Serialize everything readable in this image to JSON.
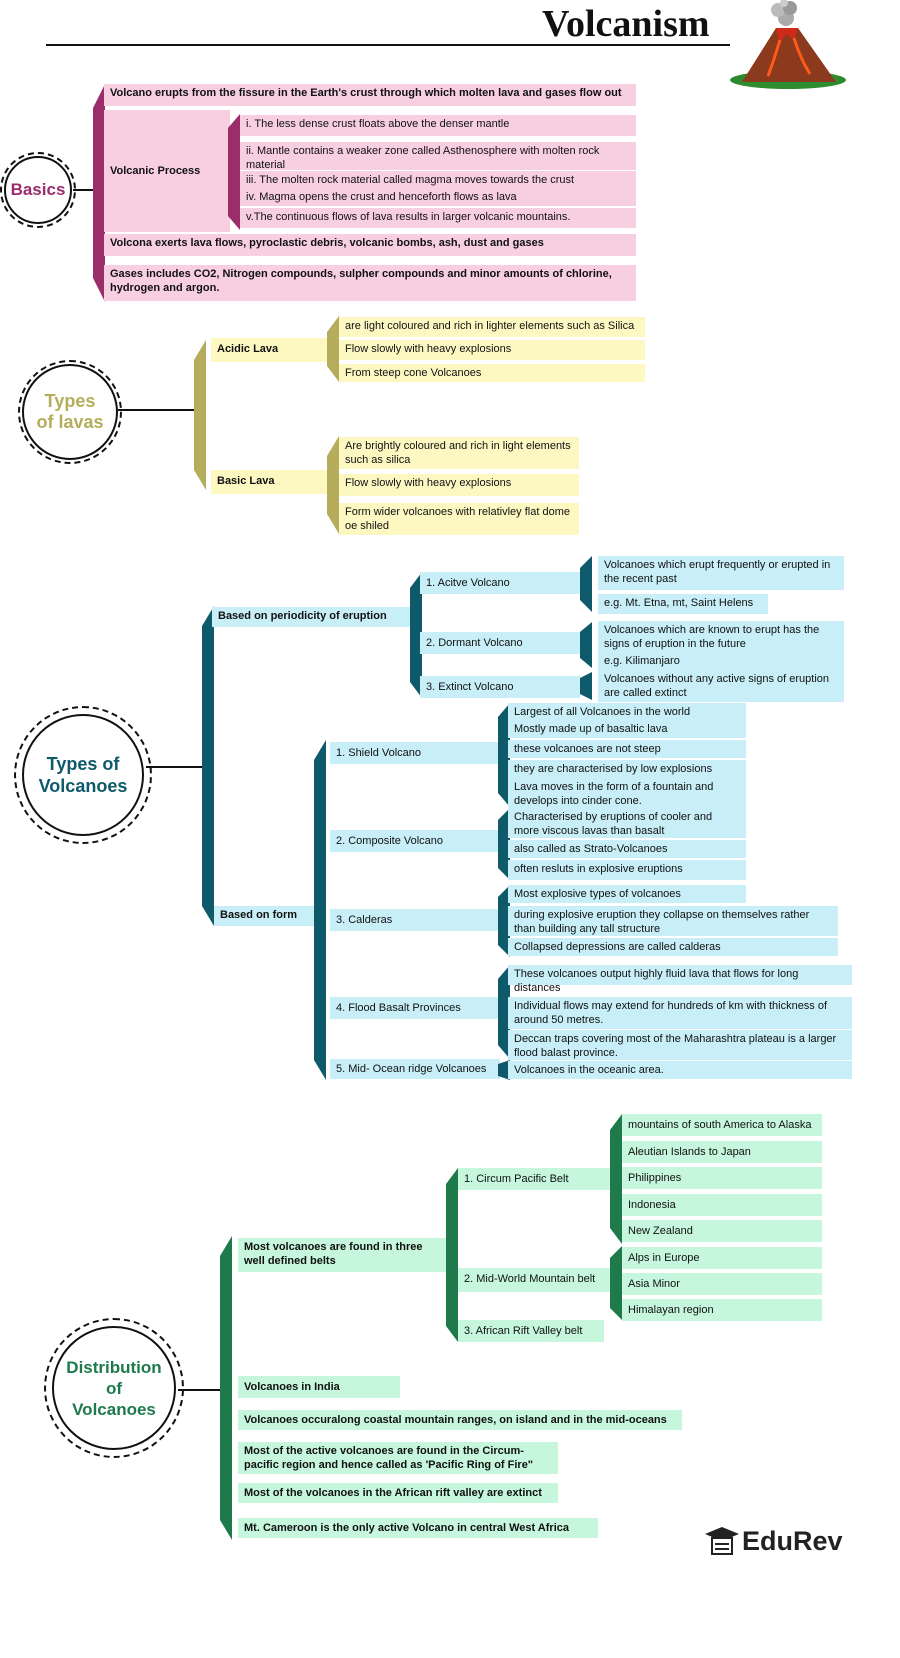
{
  "title": "Volcanism",
  "brand": "EduRev",
  "colors": {
    "basics": "#9b2d6b",
    "lavas": "#b5ad5c",
    "types": "#0e5a6b",
    "distribution": "#1e7a4a"
  },
  "basics": {
    "label": "Basics",
    "intro": "Volcano erupts from the fissure in the Earth's crust through which molten lava and gases flow out",
    "process_label": "Volcanic Process",
    "process_steps": [
      "i. The less dense crust floats above the denser mantle",
      "ii. Mantle contains a weaker zone called Asthenosphere with molten rock material",
      "iii. The molten rock material called magma moves towards the crust",
      "iv. Magma opens the crust and henceforth flows as lava",
      "v.The continuous flows of lava results in larger volcanic mountains."
    ],
    "exerts": "Volcona exerts lava flows, pyroclastic debris, volcanic bombs, ash, dust and gases",
    "gases": "Gases includes CO2, Nitrogen compounds, sulpher compounds and minor amounts of chlorine, hydrogen and argon."
  },
  "lavas": {
    "label": "Types of lavas",
    "acidic": {
      "label": "Acidic Lava",
      "items": [
        "are light coloured and rich in lighter elements such as Silica",
        "Flow slowly with heavy explosions",
        "From steep cone Volcanoes"
      ]
    },
    "basic": {
      "label": "Basic Lava",
      "items": [
        "Are brightly coloured and rich in light elements such as silica",
        "Flow slowly with heavy explosions",
        "Form wider volcanoes with relativley flat dome oe shiled"
      ]
    }
  },
  "types": {
    "label": "Types of Volcanoes",
    "periodicity": {
      "label": "Based on periodicity of eruption",
      "active": {
        "label": "1. Acitve Volcano",
        "items": [
          "Volcanoes which erupt frequently or erupted in the recent past",
          "e.g. Mt. Etna, mt, Saint Helens"
        ]
      },
      "dormant": {
        "label": "2. Dormant Volcano",
        "items": [
          "Volcanoes which are known to erupt has the signs of eruption in the future",
          "e.g. Kilimanjaro"
        ]
      },
      "extinct": {
        "label": "3. Extinct Volcano",
        "items": [
          "Volcanoes without any active signs of eruption are called extinct"
        ]
      }
    },
    "form": {
      "label": "Based on form",
      "shield": {
        "label": "1. Shield Volcano",
        "items": [
          "Largest of all Volcanoes in the world",
          "Mostly made up of basaltic lava",
          "these volcanoes are not steep",
          "they are characterised by low explosions",
          "Lava moves in the form of a fountain and develops into cinder cone."
        ]
      },
      "composite": {
        "label": "2. Composite Volcano",
        "items": [
          "Characterised by eruptions of cooler and more viscous lavas than basalt",
          "also called as Strato-Volcanoes",
          "often resluts in explosive eruptions"
        ]
      },
      "calderas": {
        "label": "3. Calderas",
        "items": [
          "Most explosive types of volcanoes",
          "during explosive eruption they collapse on themselves rather than building any tall structure",
          "Collapsed depressions are called calderas"
        ]
      },
      "flood": {
        "label": "4. Flood Basalt Provinces",
        "items": [
          "These volcanoes output highly fluid lava that flows for long distances",
          "Individual flows may extend for  hundreds of km with thickness of around 50 metres.",
          "Deccan traps covering most of the Maharashtra plateau is a larger flood balast province."
        ]
      },
      "midocean": {
        "label": "5. Mid- Ocean ridge Volcanoes",
        "items": [
          "Volcanoes in the oceanic area."
        ]
      }
    }
  },
  "distribution": {
    "label": "Distribution of Volcanoes",
    "belts": {
      "label": "Most volcanoes are found in three well defined belts",
      "circum": {
        "label": "1. Circum Pacific Belt",
        "items": [
          "mountains of south America to Alaska",
          "Aleutian Islands to Japan",
          "Philippines",
          "Indonesia",
          "New Zealand"
        ]
      },
      "midworld": {
        "label": "2. Mid-World Mountain belt",
        "items": [
          "Alps in Europe",
          "Asia Minor",
          "Himalayan region"
        ]
      },
      "african": {
        "label": "3. African Rift Valley belt"
      }
    },
    "facts": [
      "Volcanoes in India",
      "Volcanoes occuralong coastal mountain ranges, on island and in the mid-oceans",
      "Most of the active volcanoes are found in the Circum-pacific region and hence called as 'Pacific Ring of Fire\"",
      "Most of the volcanoes in the African rift valley are extinct",
      "Mt. Cameroon is the only active Volcano in central West Africa"
    ]
  }
}
